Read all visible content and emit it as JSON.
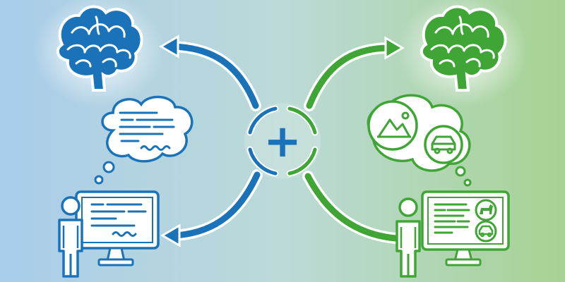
{
  "theme": {
    "left_color": "#1a73b8",
    "right_color": "#3fa535",
    "bg_left": "#a9cdea",
    "bg_mid": "#bcdad8",
    "bg_right": "#a6d392",
    "outline": "#ffffff"
  },
  "left_panel": {
    "brain_icon": "brain-icon",
    "thought_bubble_content": "text-lines",
    "person_icon": "person-icon",
    "monitor_content": "text-lines"
  },
  "right_panel": {
    "brain_icon": "brain-icon",
    "thought_bubble_content": [
      "mountain-image-icon",
      "car-icon"
    ],
    "person_icon": "person-icon",
    "monitor_content": [
      "text-lines",
      "dog-icon",
      "car-icon"
    ]
  },
  "center": {
    "symbol": "+",
    "connectors": [
      "arrow-to-left-brain",
      "arrow-to-left-monitor",
      "arrow-to-right-brain",
      "curve-to-right-monitor"
    ]
  }
}
